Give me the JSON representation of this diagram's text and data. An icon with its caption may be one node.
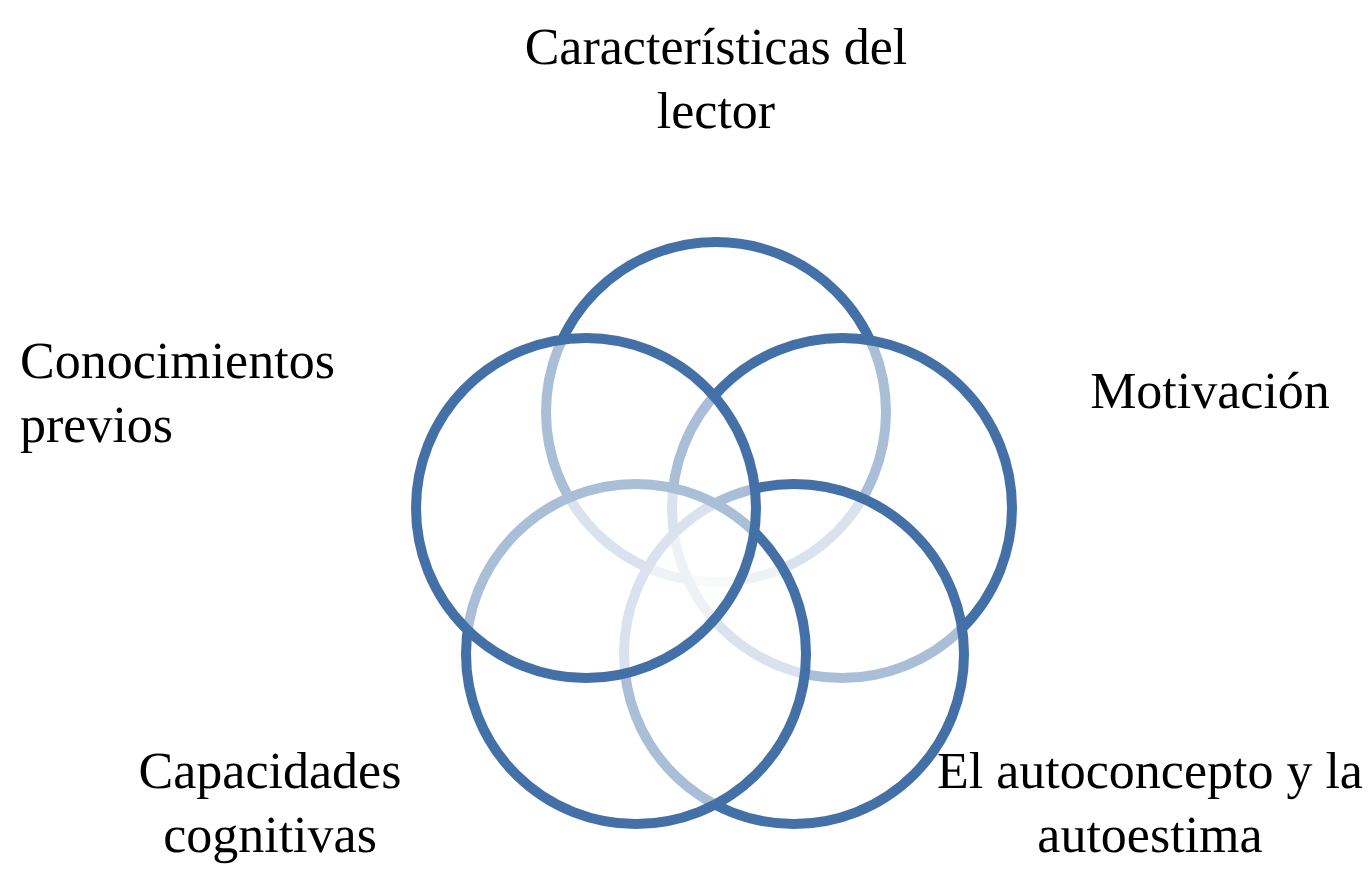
{
  "diagram": {
    "nodes": [
      {
        "text": [],
        "shape": "circle",
        "beside": [
          "Características del lector"
        ]
      },
      {
        "text": [],
        "shape": "circle",
        "beside": [
          "Motivación"
        ]
      },
      {
        "text": [],
        "shape": "circle",
        "beside": [
          "El autoconcepto y la autoestima"
        ]
      },
      {
        "text": [],
        "shape": "circle",
        "beside": [
          "Capacidades cognitivas"
        ]
      },
      {
        "text": [],
        "shape": "circle",
        "beside": [
          "Conocimientos previos"
        ]
      }
    ]
  }
}
